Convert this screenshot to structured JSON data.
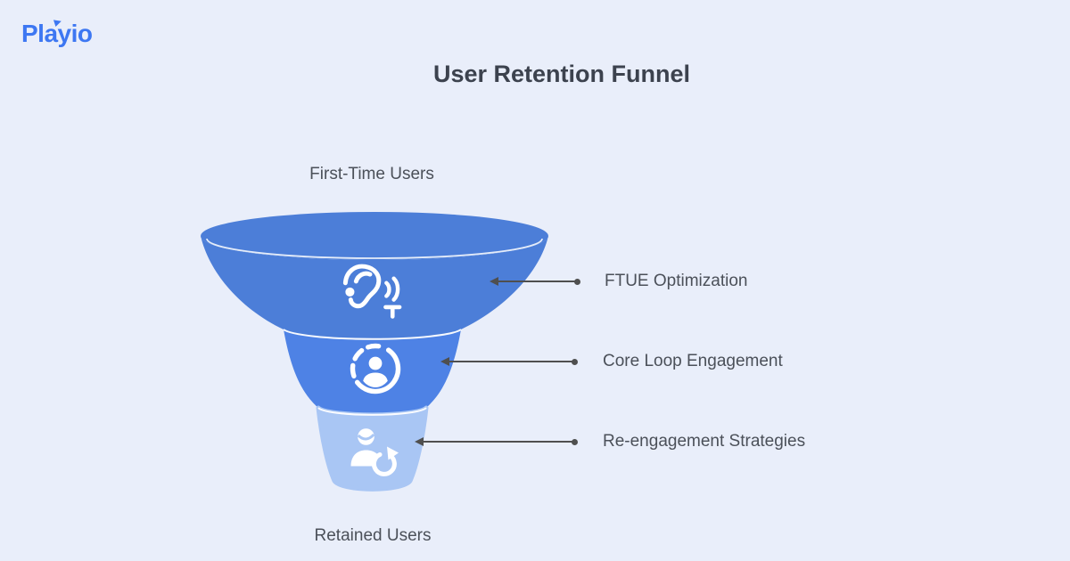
{
  "logo": {
    "text": "Playio",
    "color": "#3d77f2"
  },
  "title": "User Retention Funnel",
  "funnel": {
    "top_label": "First-Time Users",
    "bottom_label": "Retained Users",
    "stages": [
      {
        "annotation": "FTUE Optimization",
        "icon": "hearing-icon",
        "color": "#4c7ed8"
      },
      {
        "annotation": "Core Loop Engagement",
        "icon": "engaged-user-icon",
        "color": "#4e82e5"
      },
      {
        "annotation": "Re-engagement Strategies",
        "icon": "returning-user-icon",
        "color": "#a9c6f4"
      }
    ]
  },
  "colors": {
    "background": "#e9eefa",
    "title_text": "#3c424e",
    "label_text": "#4b5059",
    "arrow": "#4f4f4f",
    "icon_foreground": "#ffffff"
  }
}
